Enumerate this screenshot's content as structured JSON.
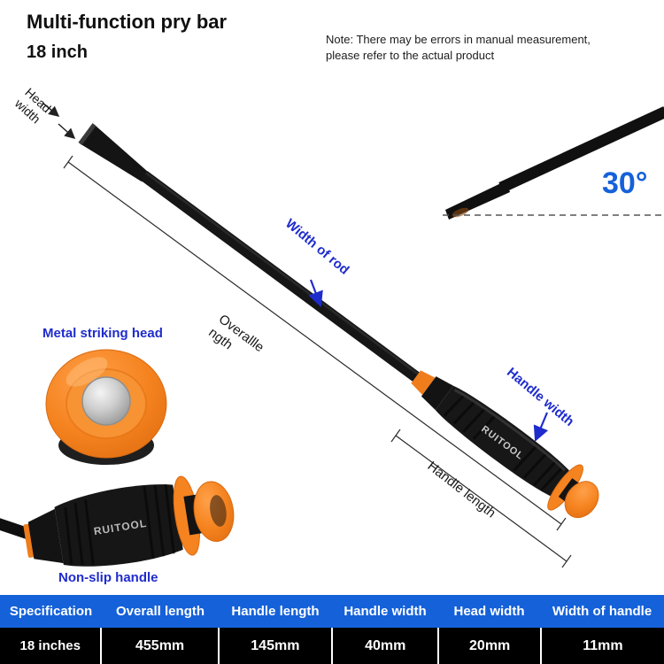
{
  "title": "Multi-function pry bar",
  "subtitle": "18 inch",
  "note": "Note: There may be errors in manual measurement, please refer to the actual product",
  "brand": "RUITOOL",
  "annotations": {
    "head_width": "Head width",
    "width_of_rod": "Width of rod",
    "overall_length": "Overallle ngth",
    "handle_width": "Handle width",
    "handle_length": "Handle length",
    "metal_striking_head": "Metal striking head",
    "non_slip_handle": "Non-slip handle",
    "angle": "30°"
  },
  "colors": {
    "accent_orange": "#f5831f",
    "annotation_blue": "#1f2ccc",
    "table_header_blue": "#1561d9",
    "table_row_black": "#000000"
  },
  "spec_table": {
    "headers": [
      "Specification",
      "Overall length",
      "Handle length",
      "Handle width",
      "Head width",
      "Width of handle"
    ],
    "values": [
      "18 inches",
      "455mm",
      "145mm",
      "40mm",
      "20mm",
      "11mm"
    ]
  }
}
